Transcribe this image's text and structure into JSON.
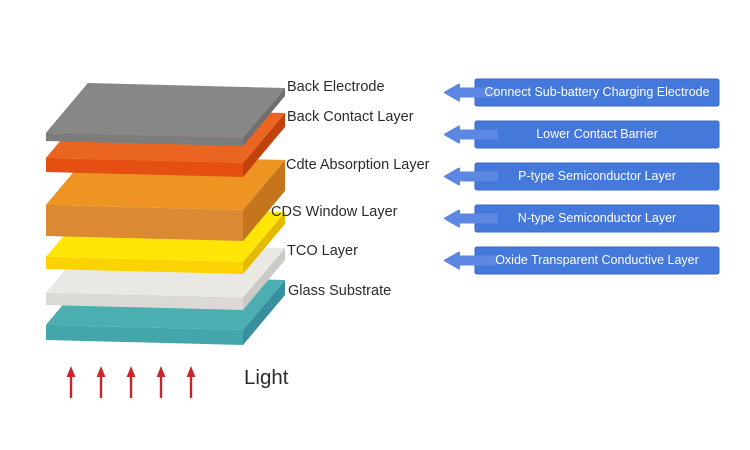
{
  "layers": [
    {
      "label": "Back Electrode",
      "annotation": "Connect Sub-battery Charging Electrode",
      "colors": {
        "top": "#878787",
        "front": "#7C7C7C",
        "side": "#6F6F6F"
      }
    },
    {
      "label": "Back Contact Layer",
      "annotation": "Lower Contact Barrier",
      "colors": {
        "top": "#EB6522",
        "front": "#E54F12",
        "side": "#C2420D"
      }
    },
    {
      "label": "Cdte Absorption Layer",
      "annotation": "P-type Semiconductor Layer",
      "colors": {
        "top": "#EE9422",
        "front": "#DB8A33",
        "side": "#C5761C"
      }
    },
    {
      "label": "CDS Window Layer",
      "annotation": "N-type Semiconductor Layer",
      "colors": {
        "top": "#FFE606",
        "front": "#FBD303",
        "side": "#E3BA00"
      }
    },
    {
      "label": "TCO Layer",
      "annotation": "Oxide Transparent Conductive Layer",
      "colors": {
        "top": "#E9E8E5",
        "front": "#DAD9D6",
        "side": "#CBCAC7"
      }
    },
    {
      "label": "Glass Substrate",
      "annotation": "",
      "colors": {
        "top": "#4BAFB2",
        "front": "#42A6AA",
        "side": "#38909E"
      }
    }
  ],
  "light_label": "Light",
  "accent": {
    "callout_fill": "#4478DA",
    "callout_border": "#3A6AC8",
    "callout_text": "#FFFFFF",
    "arrow_fill": "#5C87E2",
    "light_arrow": "#C9262C",
    "label_text": "#2B2B2B"
  }
}
